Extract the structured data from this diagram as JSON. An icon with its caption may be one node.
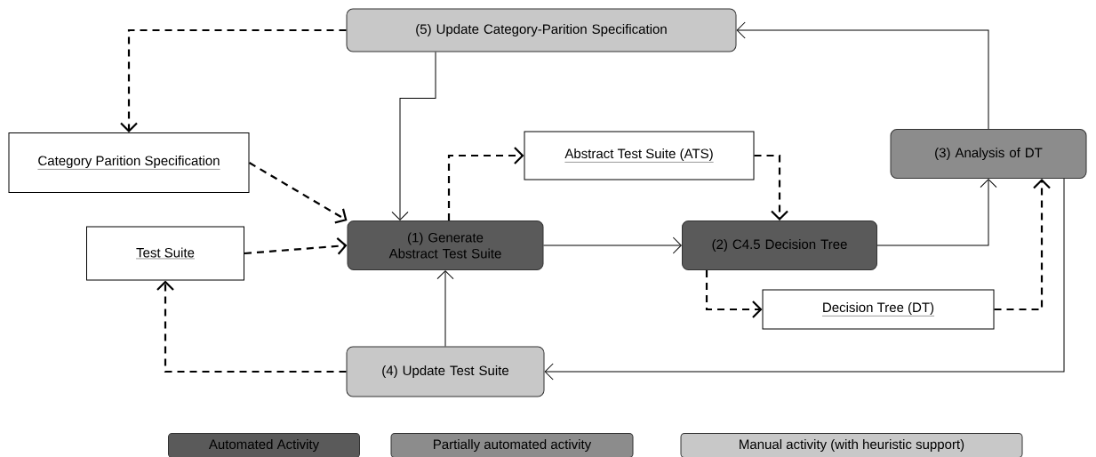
{
  "diagram": {
    "nodes": [
      {
        "text": [
          "(5) Update Category-Parition Specification"
        ]
      },
      {
        "text": [
          "Category Parition Specification"
        ]
      },
      {
        "text": [
          "Abstract Test Suite (ATS)"
        ]
      },
      {
        "text": [
          "(3) Analysis of DT"
        ]
      },
      {
        "text": [
          "Test Suite"
        ]
      },
      {
        "text": [
          "(1) Generate Abstract Test Suite"
        ]
      },
      {
        "text": [
          "(2) C4.5 Decision Tree"
        ]
      },
      {
        "text": [
          "Decision Tree (DT)"
        ]
      },
      {
        "text": [
          "(4) Update Test Suite"
        ]
      }
    ],
    "edges": [
      {
        "from": 0,
        "to": 1,
        "arrow": "to",
        "style": "dashed"
      },
      {
        "from": 0,
        "to": 5,
        "arrow": "to"
      },
      {
        "from": 1,
        "to": 5,
        "arrow": "to",
        "style": "dashed"
      },
      {
        "from": 4,
        "to": 5,
        "arrow": "to",
        "style": "dashed"
      },
      {
        "from": 5,
        "to": 2,
        "arrow": "to",
        "style": "dashed"
      },
      {
        "from": 2,
        "to": 6,
        "arrow": "to",
        "style": "dashed"
      },
      {
        "from": 5,
        "to": 6,
        "arrow": "to"
      },
      {
        "from": 6,
        "to": 3,
        "arrow": "to"
      },
      {
        "from": 6,
        "to": 7,
        "arrow": "to",
        "style": "dashed"
      },
      {
        "from": 7,
        "to": 3,
        "arrow": "to",
        "style": "dashed"
      },
      {
        "from": 3,
        "to": 0,
        "arrow": "to"
      },
      {
        "from": 3,
        "to": 8,
        "arrow": "to"
      },
      {
        "from": 8,
        "to": 5,
        "arrow": "to"
      },
      {
        "from": 8,
        "to": 4,
        "arrow": "to",
        "style": "dashed"
      }
    ],
    "legend": [
      {
        "text": "Automated Activity",
        "color": "#5a5a5a"
      },
      {
        "text": "Partially automated activity",
        "color": "#8c8c8c"
      },
      {
        "text": "Manual activity (with heuristic support)",
        "color": "#c8c8c8"
      }
    ]
  }
}
